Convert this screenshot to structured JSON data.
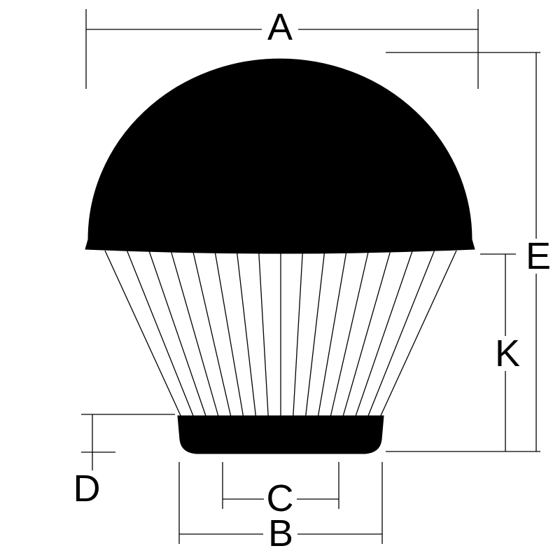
{
  "diagram": {
    "type": "technical-dimension-drawing",
    "subject": "dome-light-bulb-shade",
    "colors": {
      "ink": "#000000",
      "background": "#ffffff"
    },
    "labels": {
      "a": "A",
      "b": "B",
      "c": "C",
      "d": "D",
      "e": "E",
      "k": "K"
    }
  }
}
